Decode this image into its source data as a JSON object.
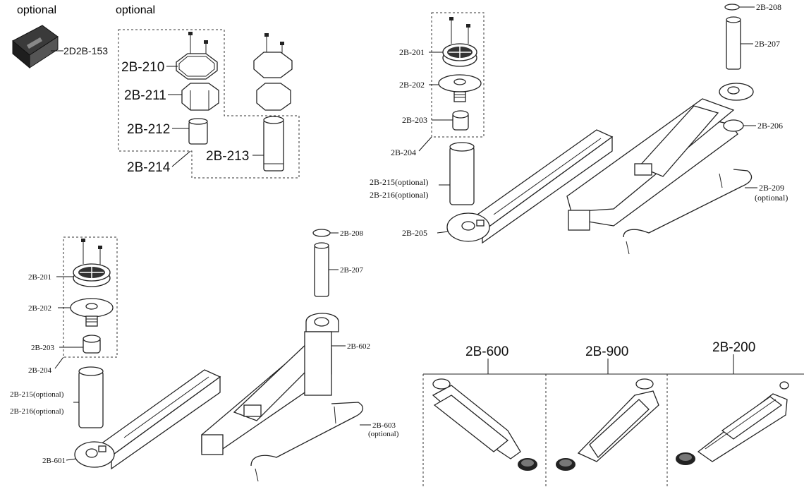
{
  "optional_labels": [
    "optional",
    "optional"
  ],
  "kit_labels": {
    "p153": "2D2B-153",
    "p210": "2B-210",
    "p211": "2B-211",
    "p212": "2B-212",
    "p213": "2B-213",
    "p214": "2B-214"
  },
  "upper_arm_labels": {
    "p201": "2B-201",
    "p202": "2B-202",
    "p203": "2B-203",
    "p204": "2B-204",
    "p215": "2B-215(optional)",
    "p216": "2B-216(optional)",
    "p205": "2B-205",
    "p208": "2B-208",
    "p207": "2B-207",
    "p206": "2B-206",
    "p209": "2B-209",
    "p209_note": "(optional)"
  },
  "lower_arm_labels": {
    "p201": "2B-201",
    "p202": "2B-202",
    "p203": "2B-203",
    "p204": "2B-204",
    "p215": "2B-215(optional)",
    "p216": "2B-216(optional)",
    "p601": "2B-601",
    "p208": "2B-208",
    "p207": "2B-207",
    "p602": "2B-602",
    "p603": "2B-603",
    "p603_note": "(optional)"
  },
  "model_labels": [
    "2B-600",
    "2B-900",
    "2B-200"
  ]
}
